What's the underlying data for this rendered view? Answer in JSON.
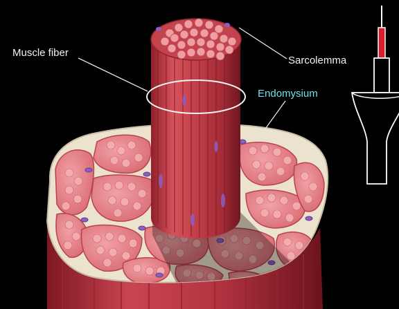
{
  "labels": {
    "muscle_fiber": "Muscle fiber",
    "sarcolemma": "Sarcolemma",
    "endomysium": "Endomysium"
  },
  "colors": {
    "background": "#000000",
    "muscle_red": "#c9424c",
    "muscle_light": "#e98a8f",
    "connective_tissue": "#ece3cf",
    "nucleus_purple": "#8d5ec4",
    "label_white": "#f2f2f2",
    "label_cyan": "#6fe1ea",
    "probe_red": "#d81e2a"
  }
}
